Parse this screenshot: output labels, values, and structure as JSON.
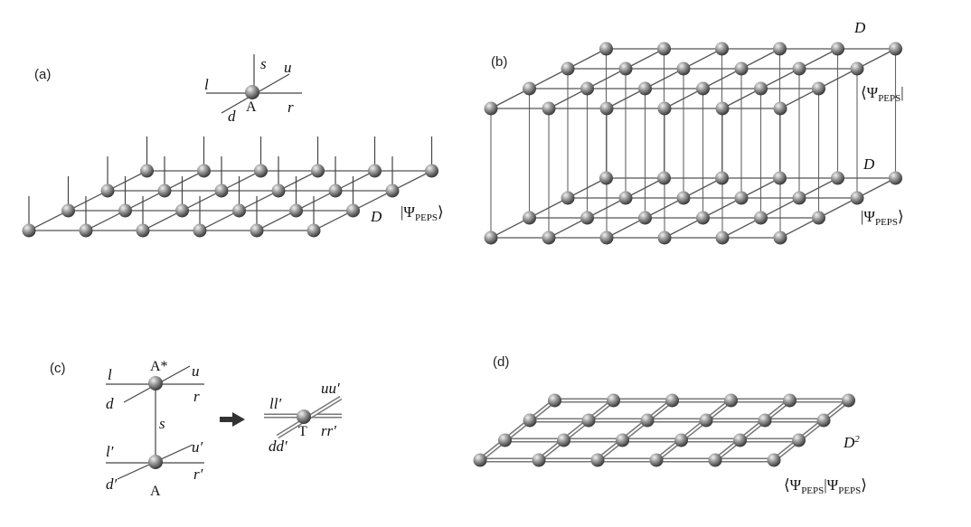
{
  "panels": {
    "a": {
      "label": "(a)",
      "tensor_name": "A",
      "legs": {
        "l": "l",
        "s": "s",
        "u": "u",
        "d": "d",
        "r": "r"
      },
      "bond_dim": "D",
      "state": "|Ψ",
      "state_sub": "PEPS",
      "state_close": "⟩"
    },
    "b": {
      "label": "(b)",
      "bond_dim_top": "D",
      "bra": "⟨Ψ",
      "bra_sub": "PEPS",
      "bra_close": "|",
      "bond_dim_bottom": "D",
      "ket": "|Ψ",
      "ket_sub": "PEPS",
      "ket_close": "⟩"
    },
    "c": {
      "label": "(c)",
      "top_tensor": "A*",
      "bottom_tensor": "A",
      "top_legs": {
        "l": "l",
        "u": "u",
        "d": "d",
        "r": "r"
      },
      "phys": "s",
      "bottom_legs": {
        "l": "l′",
        "u": "u′",
        "d": "d′",
        "r": "r′"
      },
      "merged_tensor": "T",
      "merged_legs": {
        "l": "ll′",
        "u": "uu′",
        "d": "dd′",
        "r": "rr′"
      }
    },
    "d": {
      "label": "(d)",
      "bond_dim": "D²",
      "norm_open": "⟨Ψ",
      "norm_sub1": "PEPS",
      "norm_mid": "|Ψ",
      "norm_sub2": "PEPS",
      "norm_close": "⟩"
    }
  }
}
